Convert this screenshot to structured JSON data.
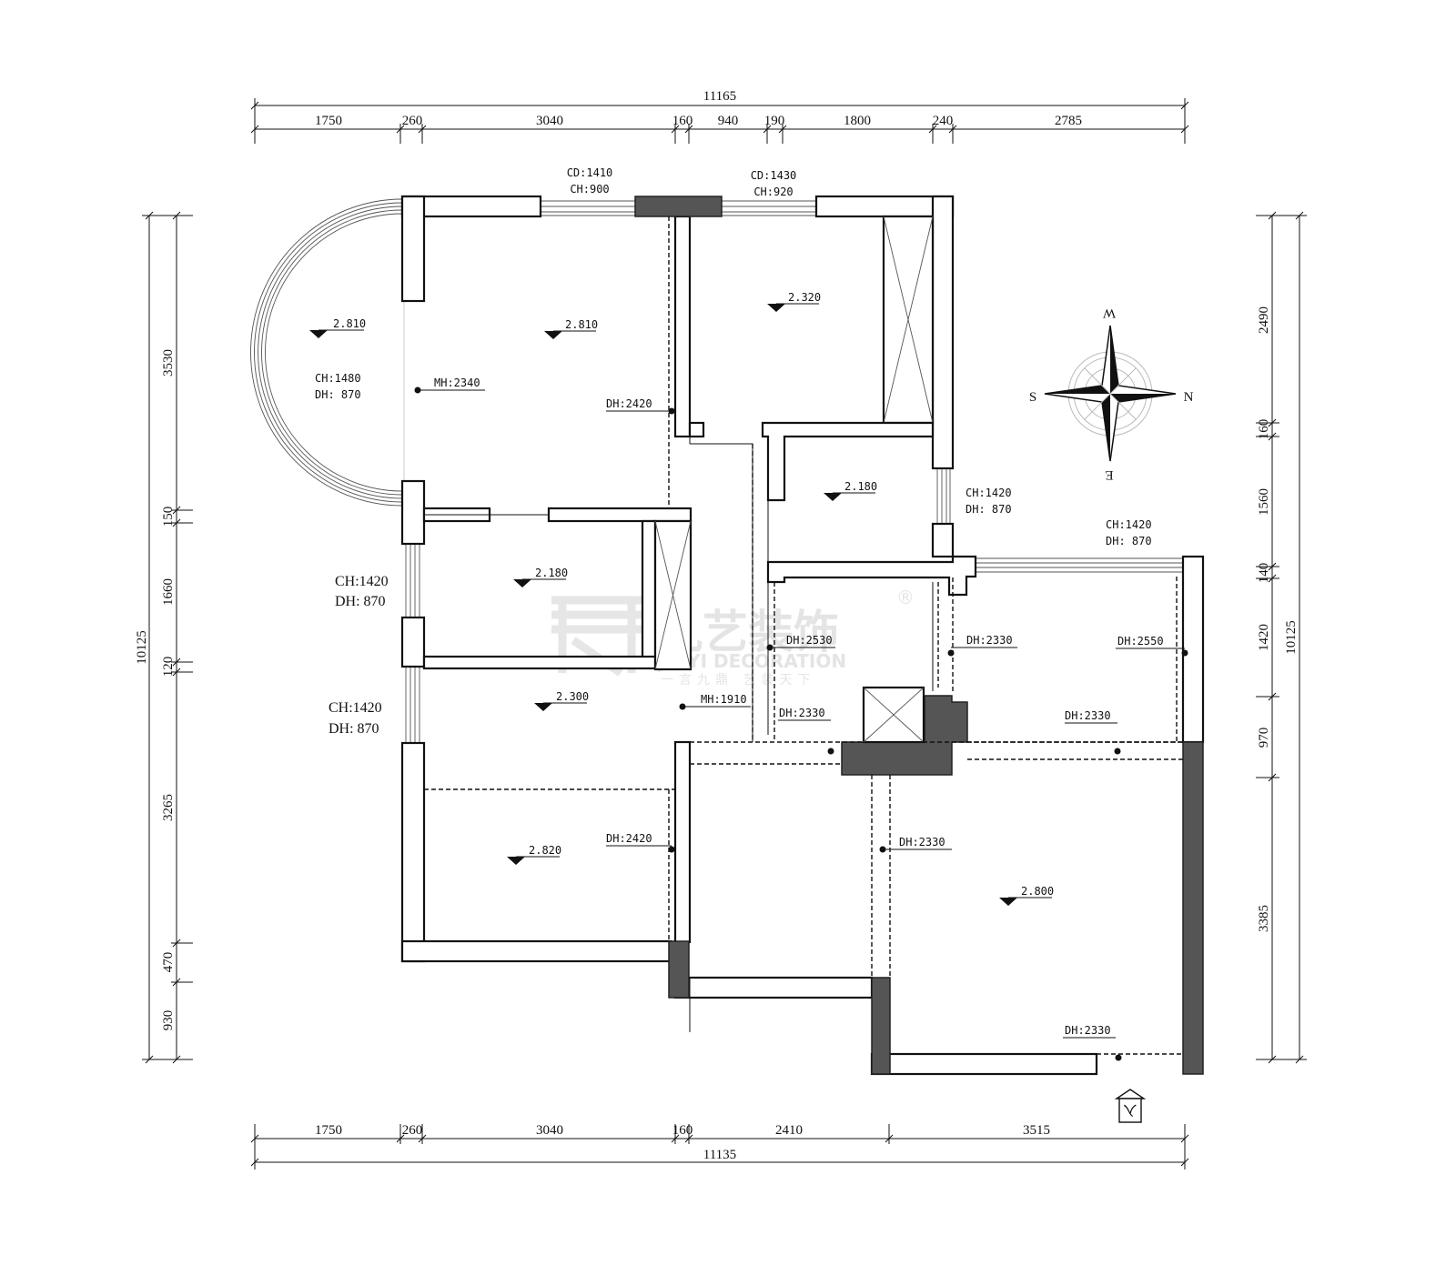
{
  "top_dims": {
    "total": "11165",
    "segments": [
      "1750",
      "260",
      "3040",
      "160",
      "940",
      "190",
      "1800",
      "240",
      "2785"
    ]
  },
  "bottom_dims": {
    "total": "11135",
    "segments": [
      "1750",
      "260",
      "3040",
      "160",
      "2410",
      "3515"
    ]
  },
  "left_dims": {
    "total": "10125",
    "segments": [
      "3530",
      "150",
      "1660",
      "120",
      "3265",
      "470",
      "930"
    ]
  },
  "right_dims": {
    "total": "10125",
    "segments": [
      "2490",
      "160",
      "1560",
      "140",
      "1420",
      "970",
      "3385"
    ]
  },
  "compass": {
    "w": "W",
    "s": "S",
    "n": "N",
    "e": "E"
  },
  "windows": {
    "top1_cd": "CD:1410",
    "top1_ch": "CH:900",
    "top2_cd": "CD:1430",
    "top2_ch": "CH:920",
    "bay_ch": "CH:1480",
    "bay_dh": "DH: 870",
    "left1_ch": "CH:1420",
    "left1_dh": "DH: 870",
    "left2_ch": "CH:1420",
    "left2_dh": "DH: 870",
    "right1_ch": "CH:1420",
    "right1_dh": "DH: 870",
    "right2_ch": "CH:1420",
    "right2_dh": "DH: 870"
  },
  "heights": {
    "h1": "2.810",
    "h2": "2.810",
    "h3": "2.320",
    "h4": "2.180",
    "h5": "2.180",
    "h6": "2.300",
    "h7": "2.820",
    "h8": "2.800"
  },
  "dh_labels": {
    "mh1": "MH:2340",
    "dh1": "DH:2420",
    "dh2": "DH:2530",
    "dh3": "DH:2330",
    "dh4": "DH:2550",
    "mh2": "MH:1910",
    "dh5": "DH:2330",
    "dh6": "DH:2330",
    "dh7": "DH:2420",
    "dh8": "DH:2330",
    "dh9": "DH:2330"
  },
  "watermark": {
    "cn": "九艺装饰",
    "en": "JIUYI DECORATION",
    "slogan": "一言九鼎 艺装天下",
    "reg": "®"
  },
  "entrance_glyph": "入"
}
